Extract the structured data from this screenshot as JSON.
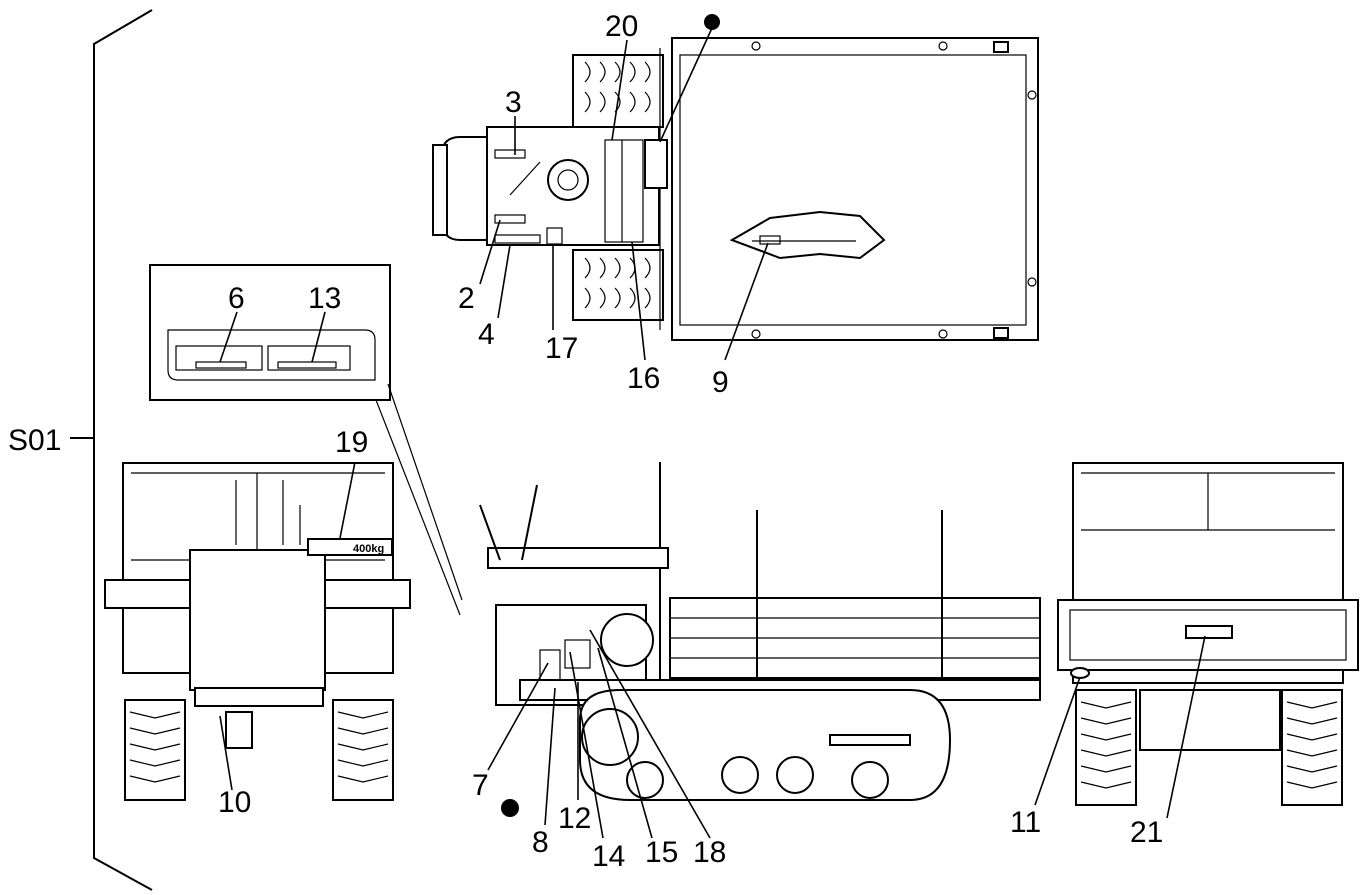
{
  "assembly_label": "S01",
  "bed_label_text": "400kg",
  "callouts": [
    {
      "id": "c2",
      "text": "2"
    },
    {
      "id": "c3",
      "text": "3"
    },
    {
      "id": "c4",
      "text": "4"
    },
    {
      "id": "c6",
      "text": "6"
    },
    {
      "id": "c7",
      "text": "7"
    },
    {
      "id": "c8",
      "text": "8"
    },
    {
      "id": "c9",
      "text": "9"
    },
    {
      "id": "c10",
      "text": "10"
    },
    {
      "id": "c11",
      "text": "11"
    },
    {
      "id": "c12",
      "text": "12"
    },
    {
      "id": "c13",
      "text": "13"
    },
    {
      "id": "c14",
      "text": "14"
    },
    {
      "id": "c15",
      "text": "15"
    },
    {
      "id": "c16",
      "text": "16"
    },
    {
      "id": "c17",
      "text": "17"
    },
    {
      "id": "c18",
      "text": "18"
    },
    {
      "id": "c19",
      "text": "19"
    },
    {
      "id": "c20",
      "text": "20"
    },
    {
      "id": "c21",
      "text": "21"
    }
  ]
}
